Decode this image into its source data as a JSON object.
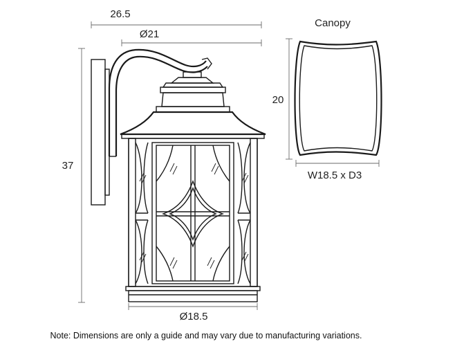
{
  "dimensions": {
    "projection": "26.5",
    "top_diameter": "Ø21",
    "height": "37",
    "base_diameter": "Ø18.5",
    "canopy_title": "Canopy",
    "canopy_height": "20",
    "canopy_size": "W18.5 x D3"
  },
  "note": "Note: Dimensions are only a guide and may vary due to manufacturing variations."
}
